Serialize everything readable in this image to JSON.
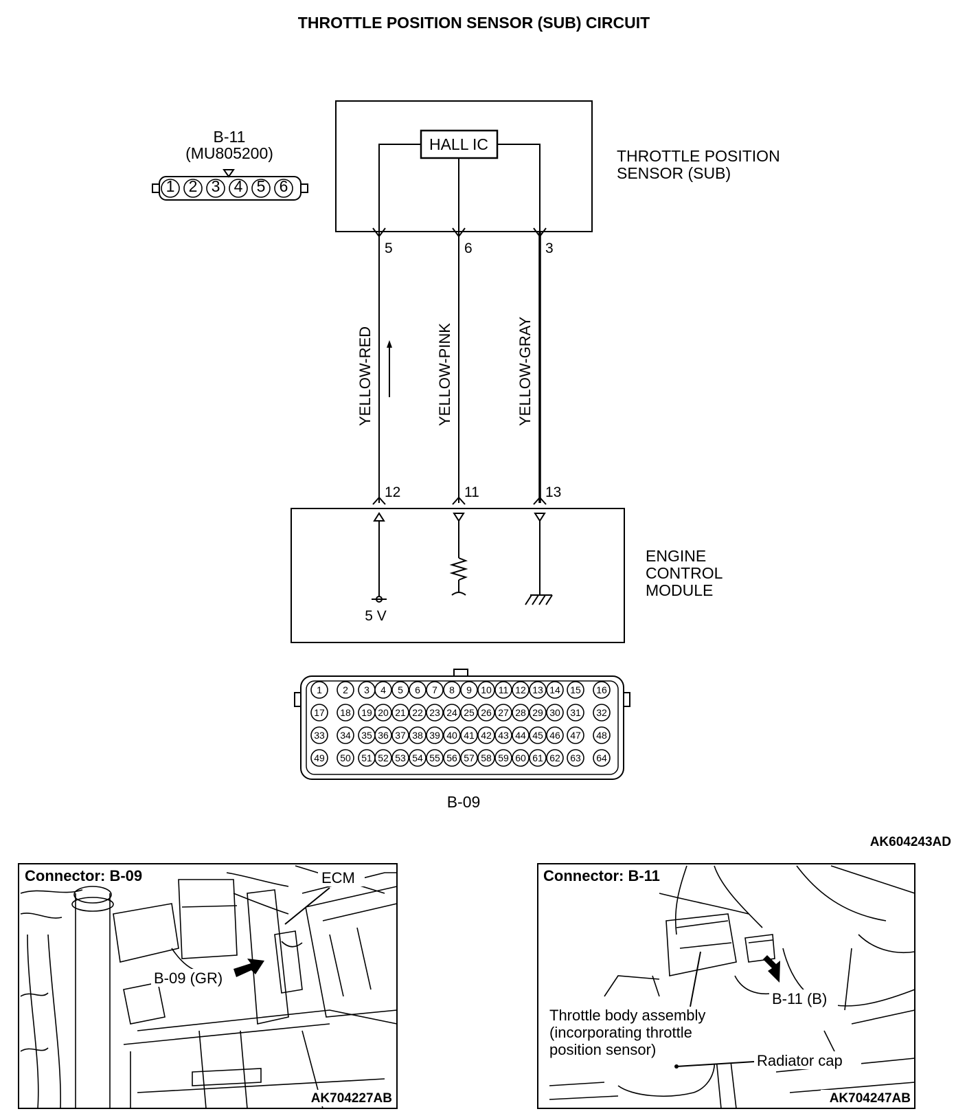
{
  "diagram": {
    "title": "THROTTLE POSITION SENSOR (SUB) CIRCUIT",
    "code": "AK604243AD"
  },
  "sensor_connector": {
    "name": "B-11",
    "part_number": "(MU805200)",
    "pins": [
      "1",
      "2",
      "3",
      "4",
      "5",
      "6"
    ]
  },
  "sensor": {
    "name_line1": "THROTTLE POSITION",
    "name_line2": "SENSOR (SUB)",
    "ic_label": "HALL IC"
  },
  "wires": [
    {
      "sensor_pin": "5",
      "ecm_pin": "12",
      "color": "YELLOW-RED"
    },
    {
      "sensor_pin": "6",
      "ecm_pin": "11",
      "color": "YELLOW-PINK"
    },
    {
      "sensor_pin": "3",
      "ecm_pin": "13",
      "color": "YELLOW-GRAY"
    }
  ],
  "ecm": {
    "name_line1": "ENGINE",
    "name_line2": "CONTROL",
    "name_line3": "MODULE",
    "supply_label": "5 V"
  },
  "ecm_connector": {
    "name": "B-09",
    "rows": [
      [
        "1",
        "2",
        "3",
        "4",
        "5",
        "6",
        "7",
        "8",
        "9",
        "10",
        "11",
        "12",
        "13",
        "14",
        "15",
        "16"
      ],
      [
        "17",
        "18",
        "19",
        "20",
        "21",
        "22",
        "23",
        "24",
        "25",
        "26",
        "27",
        "28",
        "29",
        "30",
        "31",
        "32"
      ],
      [
        "33",
        "34",
        "35",
        "36",
        "37",
        "38",
        "39",
        "40",
        "41",
        "42",
        "43",
        "44",
        "45",
        "46",
        "47",
        "48"
      ],
      [
        "49",
        "50",
        "51",
        "52",
        "53",
        "54",
        "55",
        "56",
        "57",
        "58",
        "59",
        "60",
        "61",
        "62",
        "63",
        "64"
      ]
    ]
  },
  "photos": [
    {
      "heading": "Connector: B-09",
      "callouts": [
        "ECM",
        "B-09 (GR)"
      ],
      "code": "AK704227AB"
    },
    {
      "heading": "Connector: B-11",
      "callouts": [
        "B-11 (B)",
        "Throttle body assembly",
        "(incorporating throttle",
        "position sensor)",
        "Radiator cap"
      ],
      "code": "AK704247AB"
    }
  ]
}
